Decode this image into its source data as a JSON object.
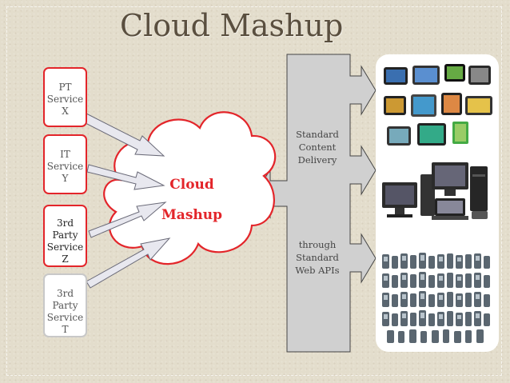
{
  "title": "Cloud Mashup",
  "services": [
    {
      "line1": "PT",
      "line2": "Service",
      "line3": "X"
    },
    {
      "line1": "IT",
      "line2": "Service",
      "line3": "Y"
    },
    {
      "line1": "3rd Party",
      "line2": "Service",
      "line3": "Z"
    },
    {
      "line1": "3rd Party",
      "line2": "Service",
      "line3": "T"
    }
  ],
  "cloud": {
    "line1": "Cloud",
    "line2": "Mashup"
  },
  "delivery": {
    "line1": "Standard",
    "line2": "Content",
    "line3": "Delivery"
  },
  "apis": {
    "line1": "through",
    "line2": "Standard",
    "line3": "Web APIs"
  },
  "colors": {
    "accent": "#e3252a",
    "band": "#d0d0d0",
    "text": "#5a4f3f"
  },
  "device_groups": [
    "tablets-icon",
    "desktop-computers-icon",
    "mobile-phones-icon"
  ]
}
